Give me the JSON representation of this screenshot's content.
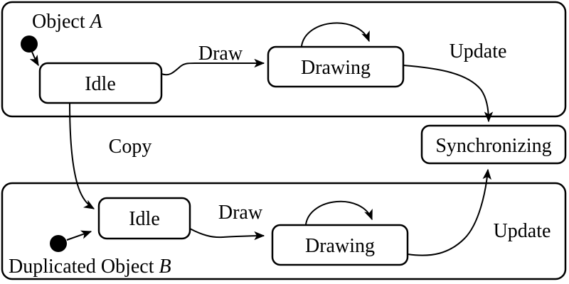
{
  "diagram": {
    "type": "uml-state-diagram",
    "colors": {
      "background": "#ffffff",
      "stroke": "#000000",
      "text": "#000000",
      "state_fill": "#ffffff"
    },
    "region_a": {
      "label_prefix": "Object ",
      "label_italic": "A"
    },
    "region_b": {
      "label_prefix": "Duplicated Object ",
      "label_italic": "B"
    },
    "states": {
      "idle_a": "Idle",
      "drawing_a": "Drawing",
      "synchronizing": "Synchronizing",
      "idle_b": "Idle",
      "drawing_b": "Drawing"
    },
    "transitions": {
      "draw_a": "Draw",
      "update_a": "Update",
      "copy": "Copy",
      "draw_b": "Draw",
      "update_b": "Update"
    }
  }
}
